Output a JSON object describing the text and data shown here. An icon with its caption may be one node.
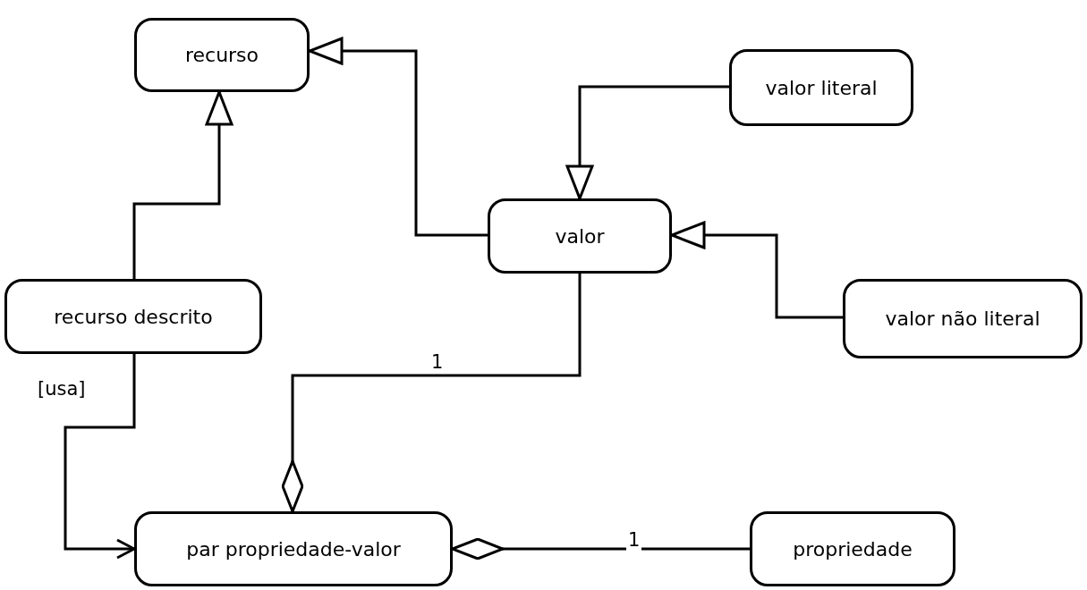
{
  "diagram": {
    "nodes": [
      {
        "text": [
          "recurso"
        ]
      },
      {
        "text": [
          "valor literal"
        ]
      },
      {
        "text": [
          "valor"
        ]
      },
      {
        "text": [
          "recurso descrito"
        ]
      },
      {
        "text": [
          "valor não literal"
        ]
      },
      {
        "text": [
          "par propriedade-valor"
        ]
      },
      {
        "text": [
          "propriedade"
        ]
      }
    ],
    "edges": [
      {
        "from": 2,
        "to": 0,
        "arrow": "to"
      },
      {
        "from": 1,
        "to": 2,
        "arrow": "to"
      },
      {
        "from": 4,
        "to": 2,
        "arrow": "to"
      },
      {
        "from": 3,
        "to": 0,
        "arrow": "to"
      },
      {
        "from": 3,
        "to": 5,
        "arrow": "to",
        "label": "[usa]"
      },
      {
        "from": 5,
        "to": 2,
        "arrow": "other",
        "label": "1"
      },
      {
        "from": 5,
        "to": 6,
        "arrow": "other",
        "label": "1"
      }
    ]
  }
}
